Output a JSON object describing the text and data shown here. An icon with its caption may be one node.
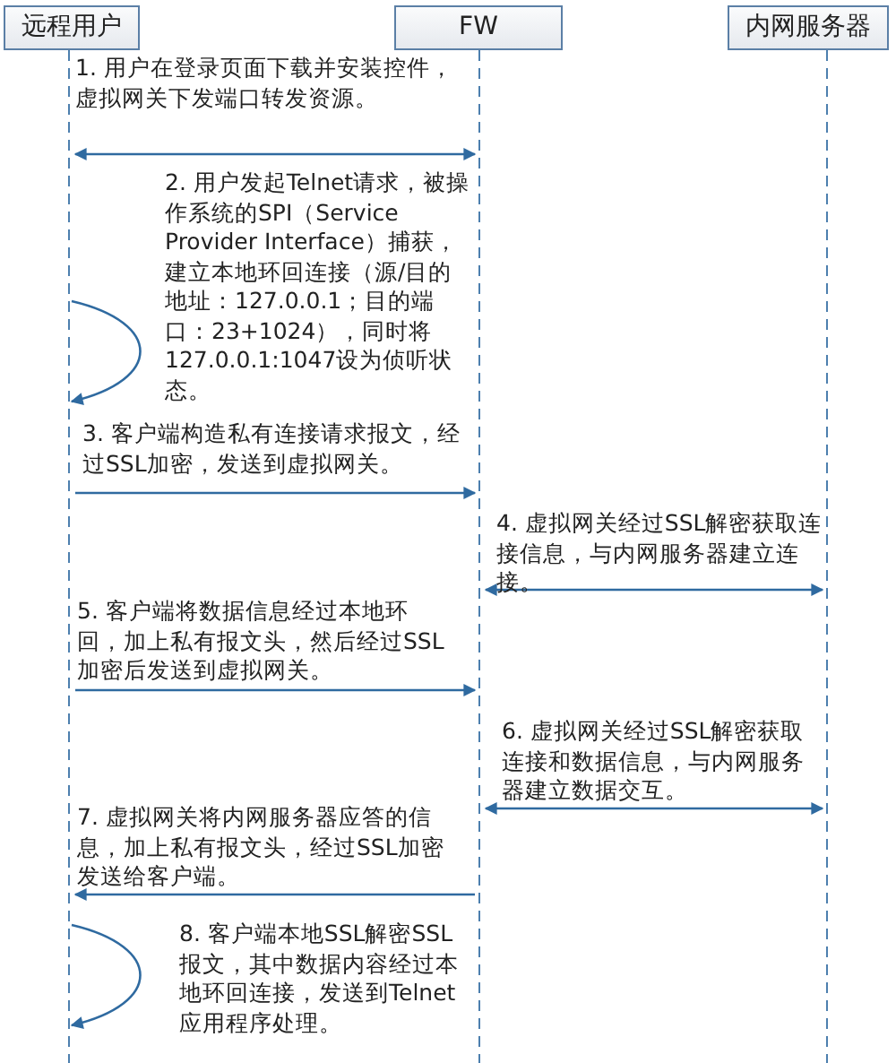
{
  "diagram": {
    "nodes": [
      {
        "text": [
          "远程用户"
        ]
      },
      {
        "text": [
          "FW"
        ]
      },
      {
        "text": [
          "内网服务器"
        ]
      }
    ],
    "edges": [
      {
        "from": 0,
        "to": 1,
        "arrow": "both",
        "label": "1. 用户在登录页面下载并安装控件，虚拟网关下发端口转发资源。"
      },
      {
        "from": 0,
        "to": 0,
        "arrow": "to",
        "label": "2. 用户发起Telnet请求，被操作系统的SPI（Service Provider Interface）捕获，建立本地环回连接（源/目的地址：127.0.0.1；目的端口：23+1024），同时将127.0.0.1:1047设为侦听状态。"
      },
      {
        "from": 0,
        "to": 1,
        "arrow": "to",
        "label": "3. 客户端构造私有连接请求报文，经过SSL加密，发送到虚拟网关。"
      },
      {
        "from": 1,
        "to": 2,
        "arrow": "both",
        "label": "4. 虚拟网关经过SSL解密获取连接信息，与内网服务器建立连接。"
      },
      {
        "from": 0,
        "to": 1,
        "arrow": "to",
        "label": "5. 客户端将数据信息经过本地环回，加上私有报文头，然后经过SSL加密后发送到虚拟网关。"
      },
      {
        "from": 1,
        "to": 2,
        "arrow": "both",
        "label": "6. 虚拟网关经过SSL解密获取连接和数据信息，与内网服务器建立数据交互。"
      },
      {
        "from": 1,
        "to": 0,
        "arrow": "to",
        "label": "7. 虚拟网关将内网服务器应答的信息，加上私有报文头，经过SSL加密发送给客户端。"
      },
      {
        "from": 0,
        "to": 0,
        "arrow": "to",
        "label": "8. 客户端本地SSL解密SSL报文，其中数据内容经过本地环回连接，发送到Telnet应用程序处理。"
      }
    ]
  }
}
